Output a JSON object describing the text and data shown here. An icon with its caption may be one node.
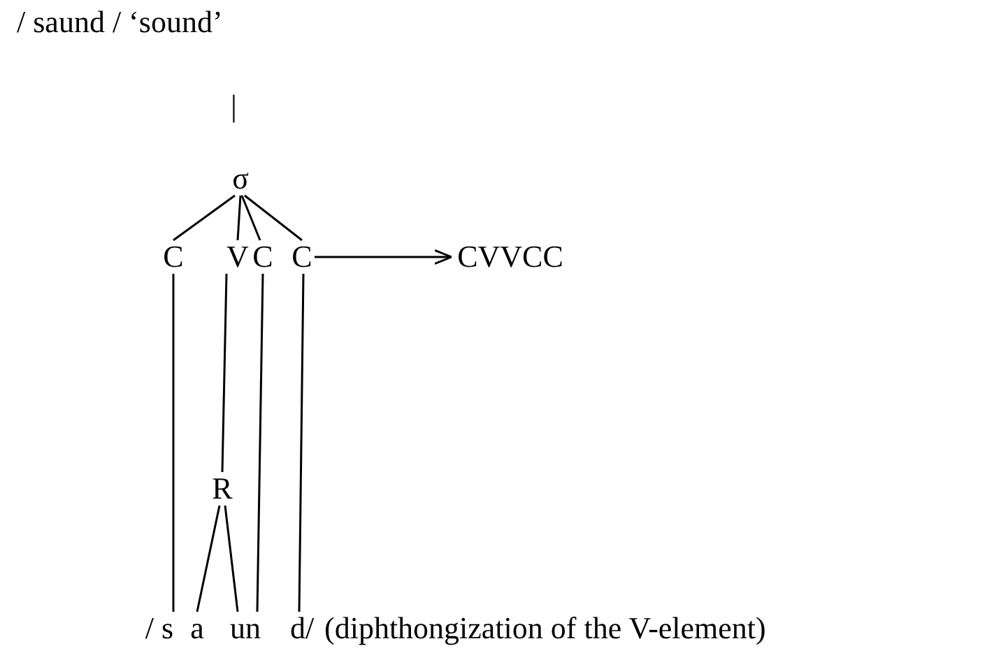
{
  "diagram": {
    "title": "/ saund / ‘sound’",
    "nodes": [
      {
        "text": [
          "σ"
        ]
      },
      {
        "text": [
          "C"
        ]
      },
      {
        "text": [
          "V"
        ]
      },
      {
        "text": [
          "C"
        ]
      },
      {
        "text": [
          "C"
        ]
      },
      {
        "text": [
          "R"
        ]
      },
      {
        "text": [
          "/ s"
        ]
      },
      {
        "text": [
          "a"
        ]
      },
      {
        "text": [
          "un"
        ]
      },
      {
        "text": [
          "d/"
        ]
      },
      {
        "text": [
          "CVVCC"
        ]
      }
    ],
    "edges": [
      {
        "from": 0,
        "to": 1,
        "arrow": "none"
      },
      {
        "from": 0,
        "to": 2,
        "arrow": "none"
      },
      {
        "from": 0,
        "to": 3,
        "arrow": "none"
      },
      {
        "from": 0,
        "to": 4,
        "arrow": "none"
      },
      {
        "from": 1,
        "to": 6,
        "arrow": "none"
      },
      {
        "from": 2,
        "to": 5,
        "arrow": "none"
      },
      {
        "from": 5,
        "to": 7,
        "arrow": "none"
      },
      {
        "from": 5,
        "to": 8,
        "arrow": "none"
      },
      {
        "from": 3,
        "to": 8,
        "arrow": "none"
      },
      {
        "from": 4,
        "to": 9,
        "arrow": "none"
      },
      {
        "from": 4,
        "to": 10,
        "arrow": "to"
      }
    ],
    "labels": [
      "|",
      "(diphthongization of the V-element)"
    ]
  }
}
